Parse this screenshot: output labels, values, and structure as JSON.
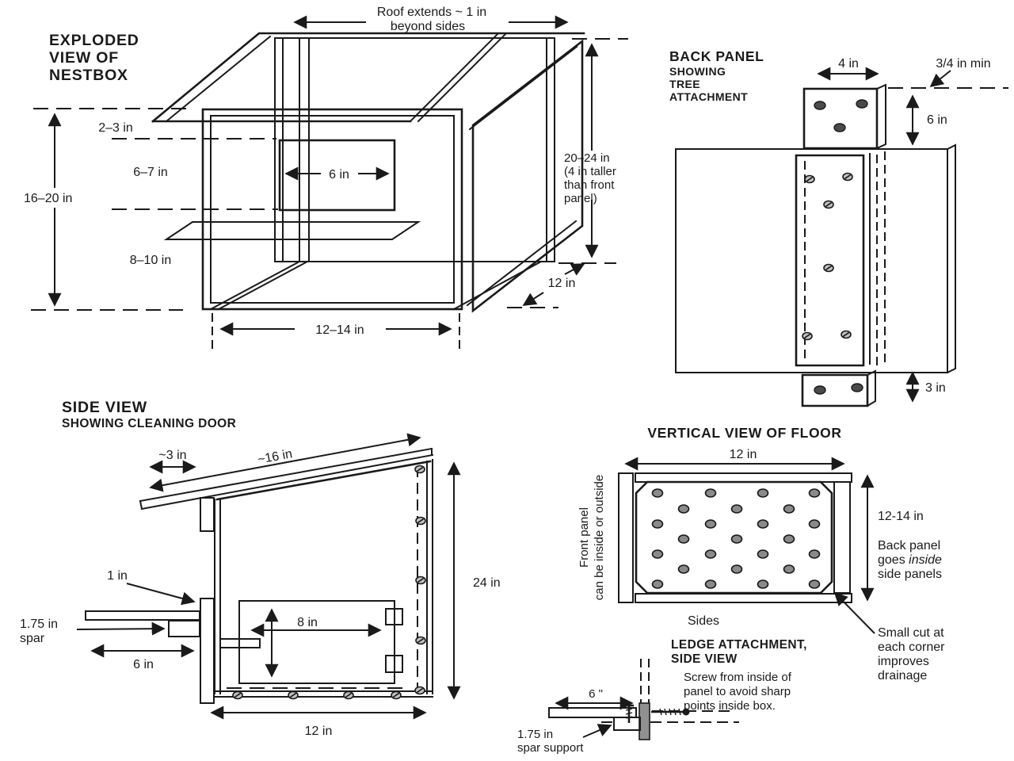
{
  "colors": {
    "ink": "#1a1a1a",
    "paper": "#ffffff",
    "floor_fill": "#c9c9c9",
    "hole_fill": "#8a8a8a",
    "panel_fill": "#909090",
    "screw_fill": "#c0c0c0"
  },
  "exploded_view": {
    "title_lines": [
      "EXPLODED",
      "VIEW OF",
      "NESTBOX"
    ],
    "roof_note": [
      "Roof extends ~ 1 in",
      "beyond sides"
    ],
    "dims": {
      "total_height": "16–20 in",
      "roof_to_hole": "2–3 in",
      "hole_height": "6–7 in",
      "hole_to_floor": "8–10 in",
      "hole_width": "6 in",
      "box_width": "12–14 in",
      "back_height": [
        "20–24 in",
        "(4 in taller",
        "than front",
        "panel)"
      ],
      "depth": "12 in"
    }
  },
  "back_panel_view": {
    "title_lines": [
      "BACK PANEL",
      "SHOWING",
      "TREE",
      "ATTACHMENT"
    ],
    "dims": {
      "width": "4 in",
      "clearance": "3/4 in min",
      "top_extension": "6 in",
      "bottom_extension": "3 in"
    }
  },
  "side_view": {
    "title": "SIDE VIEW",
    "subtitle": "SHOWING CLEANING DOOR",
    "dims": {
      "roof_overhang": "~3 in",
      "roof_length": "~16 in",
      "front_thickness": "1 in",
      "ledge_depth": "6 in",
      "door_size": "8 in",
      "back_height": "24 in",
      "floor_depth": "12 in"
    },
    "spar_label": [
      "1.75 in",
      "spar"
    ]
  },
  "floor_view": {
    "title": "VERTICAL VIEW OF FLOOR",
    "dims": {
      "width": "12 in",
      "depth": "12-14 in"
    },
    "front_panel_note": [
      "Front panel",
      "can be inside or outside"
    ],
    "back_panel_note": {
      "l1": "Back panel",
      "l2a": "goes ",
      "l2b": "inside",
      "l3": "side panels"
    },
    "sides_label": "Sides",
    "drainage_note": [
      "Small cut at",
      "each corner",
      "improves",
      "drainage"
    ]
  },
  "ledge_view": {
    "title_lines": [
      "LEDGE ATTACHMENT,",
      "SIDE VIEW"
    ],
    "screw_note": [
      "Screw from inside of",
      "panel to avoid sharp",
      "points inside box."
    ],
    "dims": {
      "ledge_length": "6 \""
    },
    "spar_label": [
      "1.75 in",
      "spar support"
    ]
  }
}
